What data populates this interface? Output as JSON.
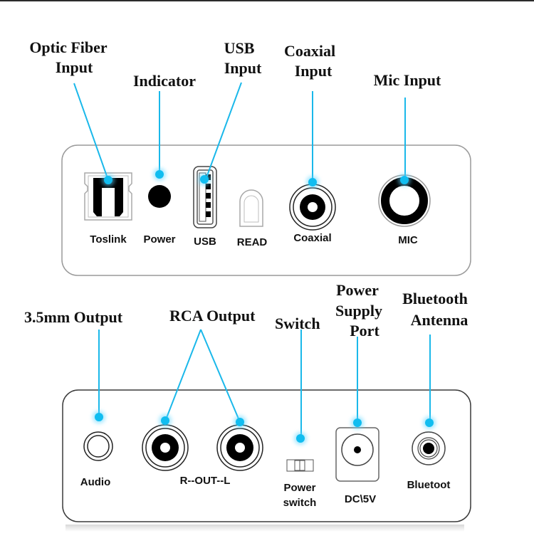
{
  "accent_color": "#11bdf0",
  "top_panel": {
    "callouts": [
      {
        "id": "optic-fiber-input",
        "lines": [
          "Optic Fiber",
          "Input"
        ]
      },
      {
        "id": "indicator",
        "lines": [
          "Indicator"
        ]
      },
      {
        "id": "usb-input",
        "lines": [
          "USB",
          "Input"
        ]
      },
      {
        "id": "coaxial-input",
        "lines": [
          "Coaxial",
          "Input"
        ]
      },
      {
        "id": "mic-input",
        "lines": [
          "Mic Input"
        ]
      }
    ],
    "port_labels": {
      "toslink": "Toslink",
      "power": "Power",
      "usb": "USB",
      "read": "READ",
      "coaxial": "Coaxial",
      "mic": "MIC"
    }
  },
  "bottom_panel": {
    "callouts": [
      {
        "id": "3-5mm-output",
        "lines": [
          "3.5mm Output"
        ]
      },
      {
        "id": "rca-output",
        "lines": [
          "RCA Output"
        ]
      },
      {
        "id": "switch",
        "lines": [
          "Switch"
        ]
      },
      {
        "id": "power-supply-port",
        "lines": [
          "Power",
          "Supply",
          "Port"
        ]
      },
      {
        "id": "bluetooth-antenna",
        "lines": [
          "Bluetooth",
          "Antenna"
        ]
      }
    ],
    "port_labels": {
      "audio": "Audio",
      "rca": "R--OUT--L",
      "power_switch_1": "Power",
      "power_switch_2": "switch",
      "dc": "DC\\5V",
      "bluetooth": "Bluetoot"
    }
  }
}
